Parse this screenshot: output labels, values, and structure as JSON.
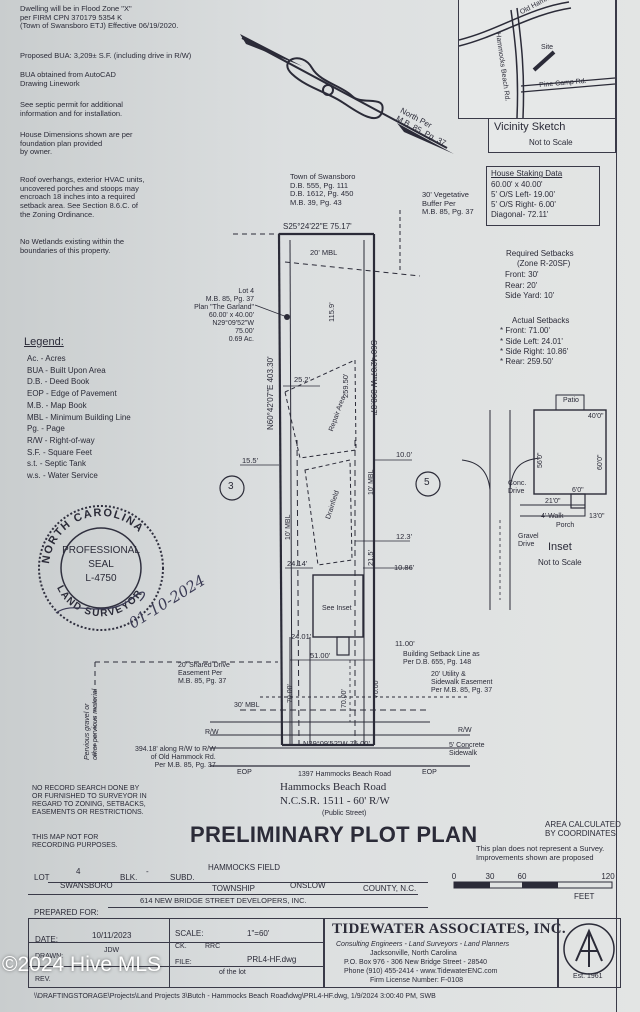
{
  "notes": {
    "flood": [
      "Dwelling will be in Flood Zone \"X\"",
      "per FIRM CPN 370179 5354 K",
      "(Town of Swansboro ETJ) Effective 06/19/2020."
    ],
    "bua": "Proposed BUA: 3,209± S.F. (including drive in R/W)",
    "bua_source": [
      "BUA obtained from AutoCAD",
      "Drawing Linework"
    ],
    "septic": [
      "See septic permit for additional",
      "information and for installation."
    ],
    "house_dims": [
      "House Dimensions shown are per",
      "foundation plan provided",
      "by owner."
    ],
    "roof": [
      "Roof overhangs, exterior HVAC units,",
      "uncovered porches and stoops may",
      "encroach 18 inches into a required",
      "setback area. See Section 8.6.C. of",
      "the Zoning Ordinance."
    ],
    "wetlands": [
      "No Wetlands existing within the",
      "boundaries of this property."
    ]
  },
  "legend": {
    "title": "Legend:",
    "items": [
      "Ac. - Acres",
      "BUA - Built Upon Area",
      "D.B. - Deed Book",
      "EOP - Edge of Pavement",
      "M.B. - Map Book",
      "MBL - Minimum Building Line",
      "Pg. - Page",
      "R/W - Right-of-way",
      "S.F. - Square Feet",
      "s.t. - Septic Tank",
      "w.s. - Water Service"
    ]
  },
  "north": {
    "label": "North Per",
    "ref": "M.B. 85, Pg. 37"
  },
  "vicinity": {
    "title": "Vicinity Sketch",
    "scale": "Not to Scale",
    "roads": [
      "Old Hammocks Rd.",
      "Hammocks Beach Rd.",
      "Pine Camp Rd."
    ],
    "site": "Site"
  },
  "staking": {
    "title": "House Staking Data",
    "lines": [
      "60.00' x 40.00'",
      "5' O/S Left- 19.00'",
      "5' O/S Right- 6.00'",
      "Diagonal- 72.11'"
    ]
  },
  "required": {
    "title": "Required Setbacks",
    "zone": "(Zone R-20SF)",
    "lines": [
      "Front: 30'",
      "Rear: 20'",
      "Side Yard: 10'"
    ]
  },
  "actual": {
    "title": "Actual Setbacks",
    "lines": [
      "* Front: 71.00'",
      "* Side Left: 24.01'",
      "* Side Right: 10.86'",
      "* Rear: 259.50'"
    ]
  },
  "plan": {
    "owner": [
      "Town of Swansboro",
      "D.B. 555, Pg. 111",
      "D.B. 1612, Pg. 450",
      "M.B. 39, Pg. 43"
    ],
    "buffer": [
      "30' Vegetative",
      "Buffer Per",
      "M.B. 85, Pg. 37"
    ],
    "top_bearing": "S25°24'22\"E 75.17'",
    "mbl20": "20' MBL",
    "lot": [
      "Lot 4",
      "M.B. 85, Pg. 37",
      "Plan \"The Garland\"",
      "60.00' x 40.00'",
      "N29°09'52\"W",
      "75.00'",
      "0.69 Ac."
    ],
    "left_bearing": "N60°42'07\"E 403.30'",
    "right_bearing": "S60°42'07\"W 398.37'",
    "dims": {
      "d1159": "115.9'",
      "d2595": "259.50'",
      "d252": "25.2'",
      "d155": "15.5'",
      "d100": "10.0'",
      "d123": "12.3'",
      "d2414": "24.14'",
      "d215": "21.5'",
      "d1086": "10.86'",
      "d2401": "24.01'",
      "d5100": "51.00'",
      "d1100": "11.00'",
      "d7000": "70.00'",
      "d7000b": "70.00'",
      "d7000c": "70.00'",
      "mbl30": "30' MBL",
      "mbl10a": "10' MBL",
      "mbl10b": "10' MBL",
      "d7500": "N29°09'52\"W 75.00'"
    },
    "repair": "Repair Area",
    "drainfield": "Drainfield",
    "see_inset": "See Inset",
    "lot3": "3",
    "lot5": "5",
    "shared": [
      "20' Shared Drive",
      "Easement Per",
      "M.B. 85, Pg. 37"
    ],
    "setback_line": [
      "Building Setback Line as",
      "Per D.B. 655, Pg. 148"
    ],
    "utility": [
      "20' Utility &",
      "Sidewalk Easement",
      "Per M.B. 85, Pg. 37"
    ],
    "pervious": [
      "Pervious gravel or",
      "other pervious material"
    ],
    "rw": "R/W",
    "rw2": "R/W",
    "along": [
      "394.18' along R/W to R/W",
      "of Old Hammock Rd.",
      "Per M.B. 85, Pg. 37"
    ],
    "sidewalk": [
      "5' Concrete",
      "Sidewalk"
    ],
    "eop_left": "EOP",
    "eop_right": "EOP",
    "address": "1397 Hammocks Beach Road",
    "road": [
      "Hammocks Beach Road",
      "N.C.S.R. 1511 - 60' R/W",
      "(Public Street)"
    ]
  },
  "inset": {
    "title": "Inset",
    "scale": "Not to Scale",
    "patio": "Patio",
    "w40": "40'0\"",
    "d56": "56'0\"",
    "d60": "60'0\"",
    "d21": "21'0\"",
    "d6": "6'0\"",
    "d13": "13'0\"",
    "walk": "4' Walk",
    "porch": "Porch",
    "conc": [
      "Conc.",
      "Drive"
    ],
    "gravel": [
      "Gravel",
      "Drive"
    ]
  },
  "seal": {
    "top": "NORTH CAROLINA",
    "mid": "PROFESSIONAL",
    "seal": "SEAL",
    "num": "L-4750",
    "bottom": "LAND SURVEYOR",
    "signature": "01-10-2024"
  },
  "disclaimer": [
    "NO RECORD SEARCH DONE BY",
    "OR FURNISHED TO SURVEYOR IN",
    "REGARD TO ZONING, SETBACKS,",
    "EASEMENTS OR RESTRICTIONS."
  ],
  "not_recording": [
    "THIS MAP NOT FOR",
    "RECORDING PURPOSES."
  ],
  "title": "PRELIMINARY PLOT PLAN",
  "area_note": [
    "AREA CALCULATED",
    "BY COORDINATES"
  ],
  "survey_note": [
    "This plan does not represent a Survey.",
    "Improvements shown are proposed"
  ],
  "lotinfo": {
    "lot_label": "LOT",
    "lot": "4",
    "blk_label": "BLK.",
    "blk": "-",
    "subd_label": "SUBD.",
    "subd": "HAMMOCKS FIELD",
    "township": "SWANSBORO",
    "township_label": "TOWNSHIP",
    "county": "ONSLOW",
    "county_label": "COUNTY, N.C.",
    "prepared_label": "PREPARED FOR:",
    "prepared": "614 NEW BRIDGE STREET DEVELOPERS, INC."
  },
  "scalebar": {
    "ticks": [
      "0",
      "30",
      "60",
      "120"
    ],
    "unit": "FEET"
  },
  "titleblock": {
    "date_label": "DATE:",
    "date": "10/11/2023",
    "scale_label": "SCALE:",
    "scale": "1\"=60'",
    "drawn_label": "DRAWN:",
    "drawn": "JDW",
    "ck_label": "CK.",
    "ck": "RRC",
    "file_label": "FILE:",
    "file": "PRL4-HF.dwg",
    "rev_label": "REV.",
    "rev_note": "of the lot"
  },
  "firm": {
    "name": "TIDEWATER ASSOCIATES, INC.",
    "services": "Consulting Engineers - Land Surveyors - Land Planners",
    "city": "Jacksonville, North Carolina",
    "po": "P.O. Box 976 - 306 New Bridge Street - 28540",
    "phone": "Phone (910) 455-2414 - www.TidewaterENC.com",
    "license": "Firm License Number: F-0108",
    "logo_text": "Est. 1961"
  },
  "path": "\\\\DRAFTINGSTORAGE\\Projects\\Land Projects 3\\Butch - Hammocks Beach Road\\dwg\\PRL4-HF.dwg, 1/9/2024 3:00:40 PM, SWB",
  "watermark": "©2024 Hive MLS"
}
